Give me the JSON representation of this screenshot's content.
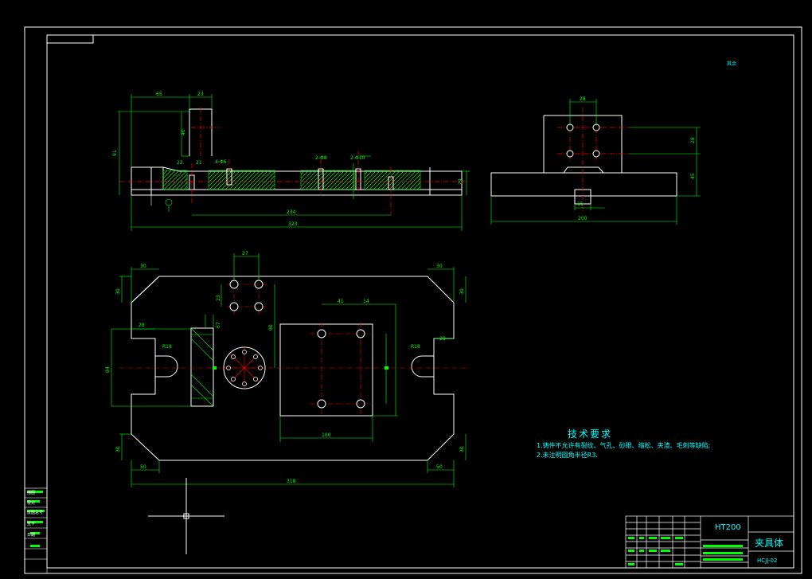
{
  "technical_requirements": {
    "title": "技术要求",
    "items": [
      "1.铸件不允许有裂纹、气孔、砂眼、缩松、夹渣、毛刺等缺陷;",
      "2.未注明圆角半径R3."
    ]
  },
  "title_block": {
    "material": "HT200",
    "part_name": "夹具体",
    "drawing_no": "HCJJ-02"
  },
  "roughness_note": "其余",
  "dimensions": {
    "front_view": [
      "65",
      "23",
      "40",
      "91",
      "2-Φ8",
      "2-Φ10",
      "4-Φ6",
      "22",
      "21",
      "234",
      "323",
      "29"
    ],
    "side_view": [
      "28",
      "28",
      "45",
      "15",
      "200"
    ],
    "top_view": [
      "30",
      "30",
      "30",
      "30",
      "27",
      "23",
      "41",
      "14",
      "67",
      "90",
      "28",
      "28",
      "84",
      "R18",
      "R18",
      "100",
      "30",
      "30",
      "50",
      "50",
      "318"
    ]
  },
  "left_strip_labels": [
    "描图",
    "校对",
    "底图总号",
    "签字",
    "日期"
  ]
}
